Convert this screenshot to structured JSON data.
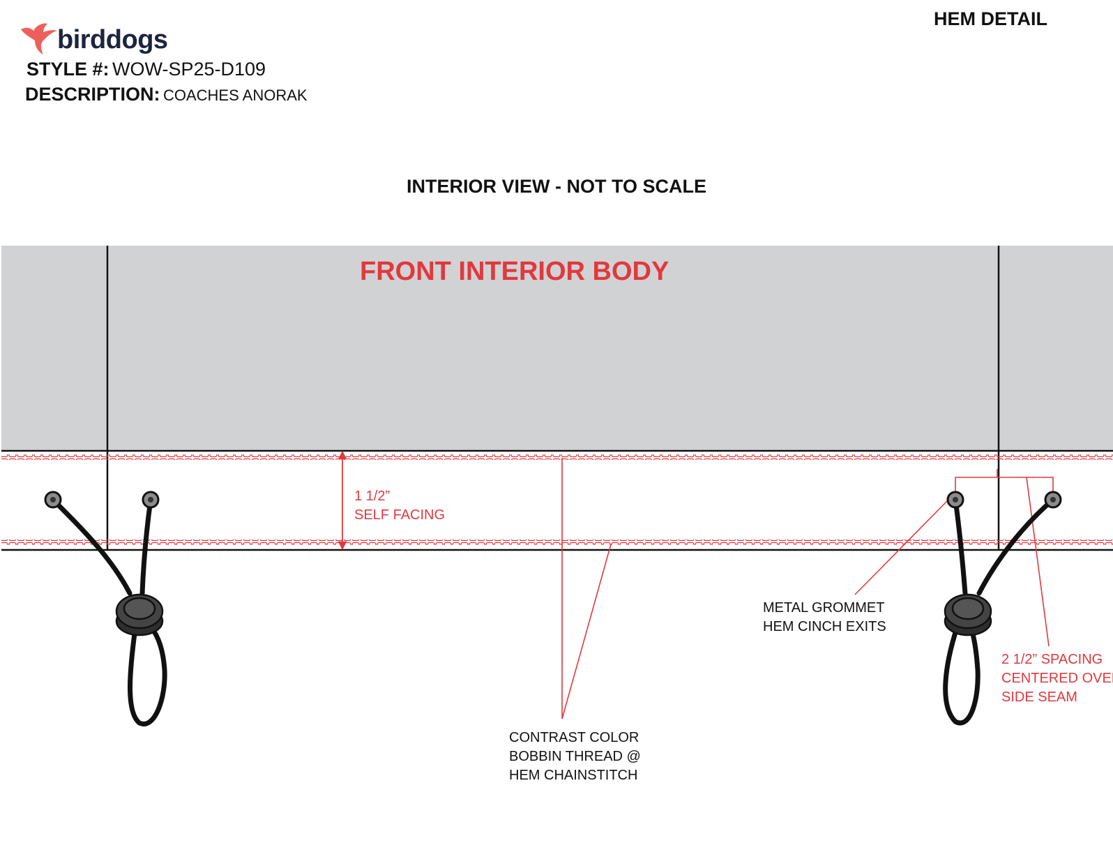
{
  "header": {
    "brand_name": "birddogs",
    "style_label": "STYLE #:",
    "style_value": "WOW-SP25-D109",
    "description_label": "DESCRIPTION:",
    "description_value": "COACHES ANORAK",
    "sheet_title": "HEM DETAIL"
  },
  "view_title": "INTERIOR VIEW - NOT TO SCALE",
  "body_label": "FRONT INTERIOR BODY",
  "callouts": {
    "self_facing": [
      "1 1/2”",
      "SELF FACING"
    ],
    "grommet": [
      "METAL GROMMET",
      "HEM CINCH EXITS"
    ],
    "spacing": [
      "2 1/2” SPACING",
      "CENTERED OVER",
      "SIDE SEAM"
    ],
    "thread": [
      "CONTRAST COLOR",
      "BOBBIN THREAD @",
      "HEM CHAINSTITCH"
    ]
  },
  "colors": {
    "accent_red": "#e0393e",
    "body_gray": "#d1d2d4",
    "navy": "#1c2440",
    "logo_coral": "#ee5f5b"
  },
  "icons": [
    "bird-logo-icon",
    "grommet-icon",
    "cord-lock-icon"
  ]
}
